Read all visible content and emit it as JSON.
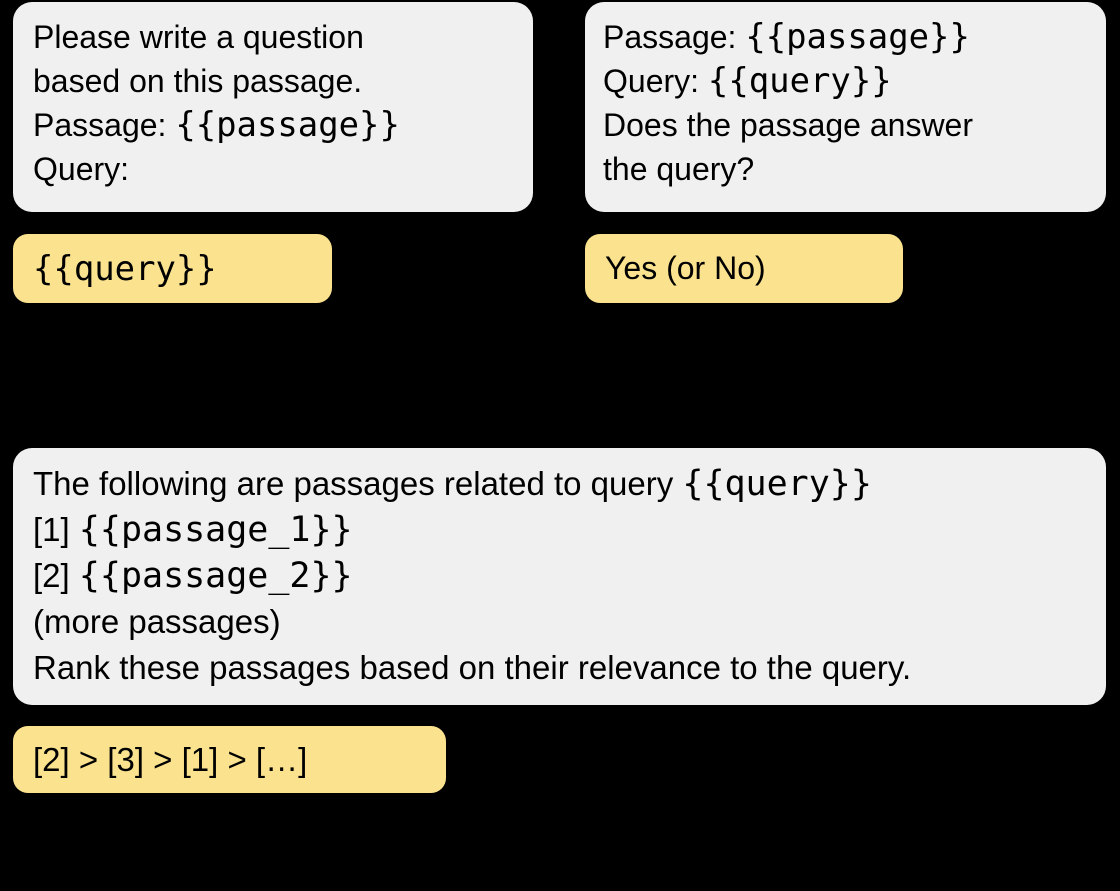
{
  "figure": {
    "background": "#000000",
    "prompt_box_color": "#f0f0f0",
    "output_box_color": "#fae28e",
    "text_color": "#000000"
  },
  "panels": {
    "top_left": {
      "prompt_lines": [
        {
          "segments": [
            {
              "style": "sans",
              "text": "Please write a question"
            }
          ]
        },
        {
          "segments": [
            {
              "style": "sans",
              "text": "based on this passage."
            }
          ]
        },
        {
          "segments": [
            {
              "style": "sans",
              "text": "Passage: "
            },
            {
              "style": "mono",
              "text": "{{passage}}"
            }
          ]
        },
        {
          "segments": [
            {
              "style": "sans",
              "text": "Query:"
            }
          ]
        }
      ],
      "output": {
        "style": "mono",
        "text": "{{query}}"
      }
    },
    "top_right": {
      "prompt_lines": [
        {
          "segments": [
            {
              "style": "sans",
              "text": "Passage: "
            },
            {
              "style": "mono",
              "text": "{{passage}}"
            }
          ]
        },
        {
          "segments": [
            {
              "style": "sans",
              "text": "Query: "
            },
            {
              "style": "mono",
              "text": "{{query}}"
            }
          ]
        },
        {
          "segments": [
            {
              "style": "sans",
              "text": "Does the passage answer"
            }
          ]
        },
        {
          "segments": [
            {
              "style": "sans",
              "text": "the query?"
            }
          ]
        }
      ],
      "output": {
        "style": "sans",
        "text": "Yes (or No)"
      }
    },
    "bottom": {
      "prompt_lines": [
        {
          "segments": [
            {
              "style": "sans",
              "text": "The following are passages related to query "
            },
            {
              "style": "mono",
              "text": "{{query}}"
            }
          ]
        },
        {
          "segments": [
            {
              "style": "sans",
              "text": "[1] "
            },
            {
              "style": "mono",
              "text": "{{passage_1}}"
            }
          ]
        },
        {
          "segments": [
            {
              "style": "sans",
              "text": "[2] "
            },
            {
              "style": "mono",
              "text": "{{passage_2}}"
            }
          ]
        },
        {
          "segments": [
            {
              "style": "sans",
              "text": "(more passages)"
            }
          ]
        },
        {
          "segments": [
            {
              "style": "sans",
              "text": "Rank these passages based on their relevance to the query."
            }
          ]
        }
      ],
      "output": {
        "style": "sans",
        "text": "[2] > [3] > [1] > […]"
      }
    }
  }
}
